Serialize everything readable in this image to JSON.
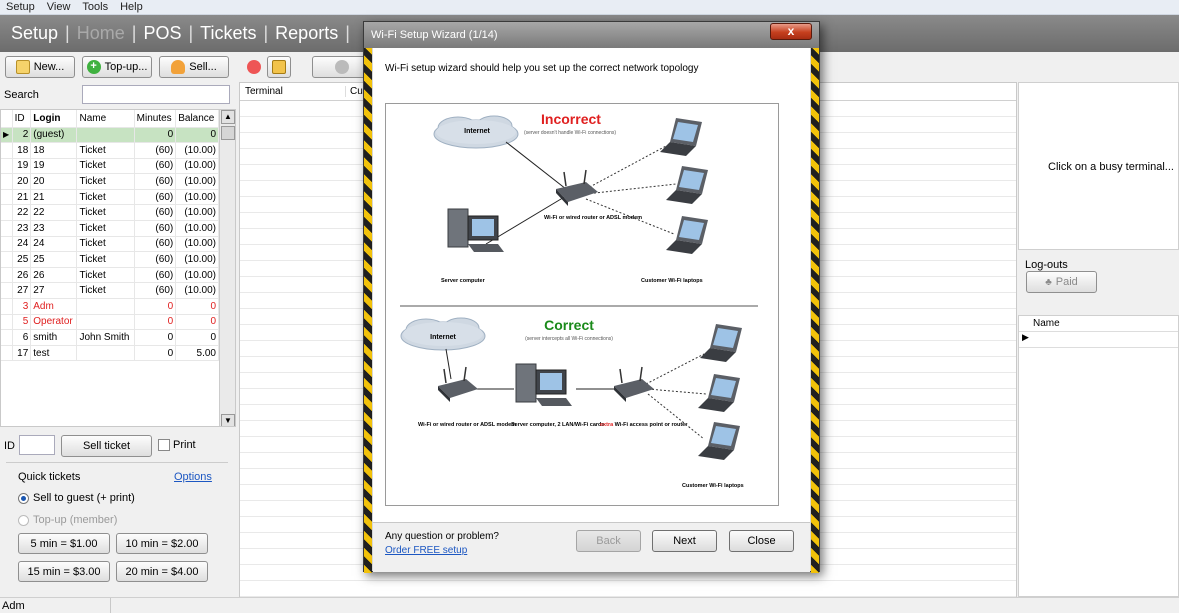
{
  "menu": [
    "Setup",
    "View",
    "Tools",
    "Help"
  ],
  "nav": {
    "items": [
      "Setup",
      "Home",
      "POS",
      "Tickets",
      "Reports"
    ],
    "active": "Home"
  },
  "toolbar": {
    "new_label": "New...",
    "topup_label": "Top-up...",
    "sell_label": "Sell..."
  },
  "left": {
    "search_label": "Search",
    "columns": [
      "ID",
      "Login",
      "Name",
      "Minutes",
      "Balance"
    ],
    "rows": [
      {
        "id": "2",
        "login": "(guest)",
        "name": "",
        "minutes": "0",
        "balance": "0",
        "state": "selected"
      },
      {
        "id": "18",
        "login": "18",
        "name": "Ticket",
        "minutes": "(60)",
        "balance": "(10.00)",
        "state": ""
      },
      {
        "id": "19",
        "login": "19",
        "name": "Ticket",
        "minutes": "(60)",
        "balance": "(10.00)",
        "state": ""
      },
      {
        "id": "20",
        "login": "20",
        "name": "Ticket",
        "minutes": "(60)",
        "balance": "(10.00)",
        "state": ""
      },
      {
        "id": "21",
        "login": "21",
        "name": "Ticket",
        "minutes": "(60)",
        "balance": "(10.00)",
        "state": ""
      },
      {
        "id": "22",
        "login": "22",
        "name": "Ticket",
        "minutes": "(60)",
        "balance": "(10.00)",
        "state": ""
      },
      {
        "id": "23",
        "login": "23",
        "name": "Ticket",
        "minutes": "(60)",
        "balance": "(10.00)",
        "state": ""
      },
      {
        "id": "24",
        "login": "24",
        "name": "Ticket",
        "minutes": "(60)",
        "balance": "(10.00)",
        "state": ""
      },
      {
        "id": "25",
        "login": "25",
        "name": "Ticket",
        "minutes": "(60)",
        "balance": "(10.00)",
        "state": ""
      },
      {
        "id": "26",
        "login": "26",
        "name": "Ticket",
        "minutes": "(60)",
        "balance": "(10.00)",
        "state": ""
      },
      {
        "id": "27",
        "login": "27",
        "name": "Ticket",
        "minutes": "(60)",
        "balance": "(10.00)",
        "state": ""
      },
      {
        "id": "3",
        "login": "Adm",
        "name": "",
        "minutes": "0",
        "balance": "0",
        "state": "red"
      },
      {
        "id": "5",
        "login": "Operator",
        "name": "",
        "minutes": "0",
        "balance": "0",
        "state": "red"
      },
      {
        "id": "6",
        "login": "smith",
        "name": "John Smith",
        "minutes": "0",
        "balance": "0",
        "state": ""
      },
      {
        "id": "17",
        "login": "test",
        "name": "",
        "minutes": "0",
        "balance": "5.00",
        "state": ""
      }
    ],
    "id_label": "ID",
    "sell_ticket_label": "Sell ticket",
    "print_label": "Print",
    "quick_tickets_label": "Quick tickets",
    "options_label": "Options",
    "sell_to_guest_label": "Sell to guest (+ print)",
    "topup_member_label": "Top-up (member)",
    "quick_buttons": [
      "5 min = $1.00",
      "10 min = $2.00",
      "15 min = $3.00",
      "20 min = $4.00"
    ]
  },
  "center": {
    "col_terminal": "Terminal",
    "col_cus": "Cus"
  },
  "right": {
    "busy_hint": "Click on a busy terminal...",
    "logouts_label": "Log-outs",
    "paid_label": "Paid",
    "name_col": "Name"
  },
  "wizard": {
    "title": "Wi-Fi Setup Wizard (1/14)",
    "close_x": "x",
    "intro": "Wi-Fi setup wizard should help you set up the correct network topology",
    "incorrect": {
      "title": "Incorrect",
      "note": "(server doesn't handle Wi-Fi connections)",
      "internet": "Internet",
      "router": "Wi-Fi or wired router or ADSL modem",
      "server": "Server computer",
      "laptops": "Customer Wi-Fi laptops"
    },
    "correct": {
      "title": "Correct",
      "note": "(server intercepts all Wi-Fi connections)",
      "internet": "Internet",
      "router": "Wi-Fi or wired router or ADSL modem",
      "server": "Server computer, 2 LAN/Wi-Fi cards",
      "extra_word": "extra",
      "ap": " Wi-Fi access point or router",
      "laptops": "Customer Wi-Fi laptops"
    },
    "question": "Any question or problem?",
    "order_link": "Order FREE setup",
    "back_label": "Back",
    "next_label": "Next",
    "close_label": "Close"
  },
  "status": {
    "user": "Adm"
  },
  "colors": {
    "accent_green": "#1a8a1a",
    "incorrect_red": "#e02020",
    "link_blue": "#1c57c2",
    "selected_row": "#c7e3c2"
  }
}
